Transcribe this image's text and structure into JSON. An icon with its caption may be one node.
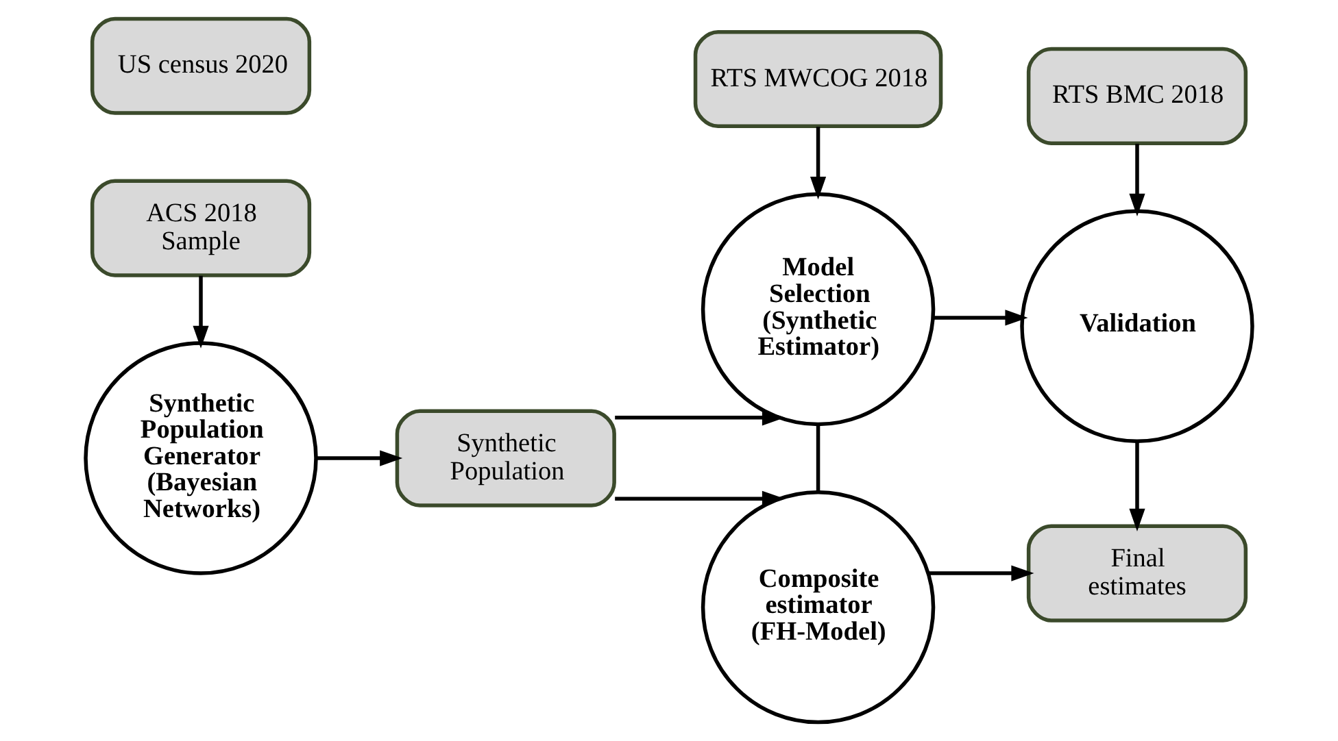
{
  "diagram": {
    "nodes": [
      {
        "text": [
          "ACS 2018 Sample"
        ]
      },
      {
        "text": [
          "Synthetic Population Generator (Bayesian Networks)"
        ]
      },
      {
        "text": [
          "US census 2020"
        ]
      },
      {
        "text": [
          "Synthetic Population"
        ]
      },
      {
        "text": [
          "RTS MWCOG 2018"
        ]
      },
      {
        "text": [
          "Model Selection (Synthetic Estimator)"
        ]
      },
      {
        "text": [
          "Composite estimator (FH-Model)"
        ]
      },
      {
        "text": [
          "RTS BMC 2018"
        ]
      },
      {
        "text": [
          "Validation"
        ]
      },
      {
        "text": [
          "Final estimates"
        ]
      }
    ],
    "edges": [
      {
        "from": 0,
        "to": 1,
        "arrow": "to"
      },
      {
        "from": 1,
        "to": 3,
        "arrow": "to"
      },
      {
        "from": 3,
        "to": 5,
        "arrow": "to"
      },
      {
        "from": 3,
        "to": 6,
        "arrow": "to"
      },
      {
        "from": 4,
        "to": 5,
        "arrow": "to"
      },
      {
        "from": 5,
        "to": 6,
        "arrow": "none"
      },
      {
        "from": 5,
        "to": 8,
        "arrow": "to"
      },
      {
        "from": 7,
        "to": 8,
        "arrow": "to"
      },
      {
        "from": 8,
        "to": 9,
        "arrow": "to"
      },
      {
        "from": 6,
        "to": 9,
        "arrow": "to"
      }
    ]
  }
}
